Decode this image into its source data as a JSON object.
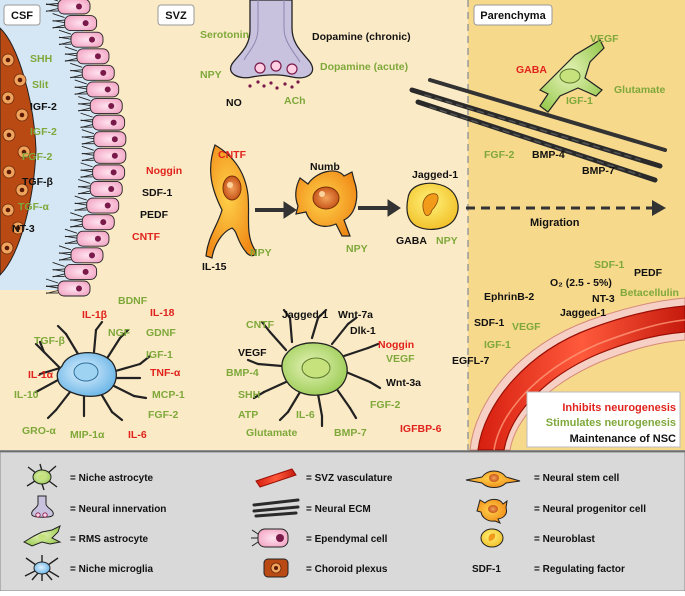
{
  "regions": {
    "csf": "CSF",
    "svz": "SVZ",
    "parenchyma": "Parenchyma"
  },
  "colors": {
    "inhibit": "#e0231c",
    "stimulate": "#7ea83a",
    "maintain": "#111111",
    "csf_bg": "#d5e7f5",
    "svz_bg": "#fbeac6",
    "parenchyma_bg": "#f7d98c",
    "legend_bg": "#d9d9d9"
  },
  "labels": {
    "csf": [
      {
        "text": "SHH",
        "type": "stimulate"
      },
      {
        "text": "Slit",
        "type": "stimulate"
      },
      {
        "text": "IGF-2",
        "type": "maintain"
      },
      {
        "text": "IGF-2",
        "type": "stimulate"
      },
      {
        "text": "FGF-2",
        "type": "stimulate"
      },
      {
        "text": "TGF-β",
        "type": "maintain"
      },
      {
        "text": "TGF-α",
        "type": "stimulate"
      },
      {
        "text": "NT-3",
        "type": "maintain"
      }
    ],
    "ependymal": [
      {
        "text": "Noggin",
        "type": "inhibit"
      },
      {
        "text": "SDF-1",
        "type": "maintain"
      },
      {
        "text": "PEDF",
        "type": "maintain"
      },
      {
        "text": "CNTF",
        "type": "inhibit"
      }
    ],
    "innervation": [
      {
        "text": "Serotonin",
        "type": "stimulate"
      },
      {
        "text": "NPY",
        "type": "stimulate"
      },
      {
        "text": "NO",
        "type": "maintain"
      },
      {
        "text": "Dopamine (chronic)",
        "type": "maintain"
      },
      {
        "text": "Dopamine (acute)",
        "type": "stimulate"
      },
      {
        "text": "ACh",
        "type": "stimulate"
      }
    ],
    "nsc": [
      {
        "text": "CNTF",
        "type": "inhibit"
      },
      {
        "text": "IL-15",
        "type": "maintain"
      },
      {
        "text": "NPY",
        "type": "stimulate"
      }
    ],
    "progenitor": [
      {
        "text": "Numb",
        "type": "maintain"
      },
      {
        "text": "NPY",
        "type": "stimulate"
      }
    ],
    "neuroblast": [
      {
        "text": "Jagged-1",
        "type": "maintain"
      },
      {
        "text": "GABA",
        "type": "maintain"
      },
      {
        "text": "NPY",
        "type": "stimulate"
      }
    ],
    "migration": "Migration",
    "rms_astrocyte": [
      {
        "text": "VEGF",
        "type": "stimulate"
      },
      {
        "text": "GABA",
        "type": "inhibit"
      },
      {
        "text": "IGF-1",
        "type": "stimulate"
      },
      {
        "text": "Glutamate",
        "type": "stimulate"
      }
    ],
    "ecm": [
      {
        "text": "FGF-2",
        "type": "stimulate"
      },
      {
        "text": "BMP-4",
        "type": "maintain"
      },
      {
        "text": "BMP-7",
        "type": "maintain"
      }
    ],
    "microglia": [
      {
        "text": "BDNF",
        "type": "stimulate"
      },
      {
        "text": "IL-1β",
        "type": "inhibit"
      },
      {
        "text": "IL-18",
        "type": "inhibit"
      },
      {
        "text": "TGF-β",
        "type": "stimulate"
      },
      {
        "text": "NGF",
        "type": "stimulate"
      },
      {
        "text": "GDNF",
        "type": "stimulate"
      },
      {
        "text": "IGF-1",
        "type": "stimulate"
      },
      {
        "text": "IL-1α",
        "type": "inhibit"
      },
      {
        "text": "TNF-α",
        "type": "inhibit"
      },
      {
        "text": "MCP-1",
        "type": "stimulate"
      },
      {
        "text": "IL-10",
        "type": "stimulate"
      },
      {
        "text": "FGF-2",
        "type": "stimulate"
      },
      {
        "text": "GRO-α",
        "type": "stimulate"
      },
      {
        "text": "MIP-1α",
        "type": "stimulate"
      },
      {
        "text": "IL-6",
        "type": "inhibit"
      }
    ],
    "niche_astrocyte": [
      {
        "text": "Jagged-1",
        "type": "maintain"
      },
      {
        "text": "Wnt-7a",
        "type": "maintain"
      },
      {
        "text": "CNTF",
        "type": "stimulate"
      },
      {
        "text": "Dlk-1",
        "type": "maintain"
      },
      {
        "text": "Noggin",
        "type": "inhibit"
      },
      {
        "text": "VEGF",
        "type": "maintain"
      },
      {
        "text": "VEGF",
        "type": "stimulate"
      },
      {
        "text": "BMP-4",
        "type": "stimulate"
      },
      {
        "text": "Wnt-3a",
        "type": "maintain"
      },
      {
        "text": "SHH",
        "type": "stimulate"
      },
      {
        "text": "FGF-2",
        "type": "stimulate"
      },
      {
        "text": "ATP",
        "type": "stimulate"
      },
      {
        "text": "IL-6",
        "type": "stimulate"
      },
      {
        "text": "Glutamate",
        "type": "stimulate"
      },
      {
        "text": "BMP-7",
        "type": "stimulate"
      },
      {
        "text": "IGFBP-6",
        "type": "inhibit"
      }
    ],
    "vasculature": [
      {
        "text": "SDF-1",
        "type": "stimulate"
      },
      {
        "text": "PEDF",
        "type": "maintain"
      },
      {
        "text": "O₂ (2.5 - 5%)",
        "type": "maintain"
      },
      {
        "text": "EphrinB-2",
        "type": "maintain"
      },
      {
        "text": "NT-3",
        "type": "maintain"
      },
      {
        "text": "Betacellulin",
        "type": "stimulate"
      },
      {
        "text": "Jagged-1",
        "type": "maintain"
      },
      {
        "text": "SDF-1",
        "type": "maintain"
      },
      {
        "text": "VEGF",
        "type": "stimulate"
      },
      {
        "text": "IGF-1",
        "type": "stimulate"
      },
      {
        "text": "EGFL-7",
        "type": "maintain"
      }
    ]
  },
  "key": {
    "inhibits": "Inhibits neurogenesis",
    "stimulates": "Stimulates neurogenesis",
    "maintenance": "Maintenance of NSC"
  },
  "legend": [
    {
      "icon": "niche-astrocyte-icon",
      "text": "= Niche astrocyte"
    },
    {
      "icon": "neural-innervation-icon",
      "text": "= Neural innervation"
    },
    {
      "icon": "rms-astrocyte-icon",
      "text": "= RMS astrocyte"
    },
    {
      "icon": "niche-microglia-icon",
      "text": "= Niche microglia"
    },
    {
      "icon": "svz-vasculature-icon",
      "text": "= SVZ vasculature"
    },
    {
      "icon": "neural-ecm-icon",
      "text": "= Neural ECM"
    },
    {
      "icon": "ependymal-cell-icon",
      "text": "= Ependymal cell"
    },
    {
      "icon": "choroid-plexus-icon",
      "text": "= Choroid plexus"
    },
    {
      "icon": "neural-stem-cell-icon",
      "text": "= Neural stem cell"
    },
    {
      "icon": "neural-progenitor-cell-icon",
      "text": "= Neural progenitor cell"
    },
    {
      "icon": "neuroblast-icon",
      "text": "= Neuroblast"
    },
    {
      "icon": "regulating-factor-sample",
      "text": "= Regulating factor",
      "sample": "SDF-1"
    }
  ]
}
